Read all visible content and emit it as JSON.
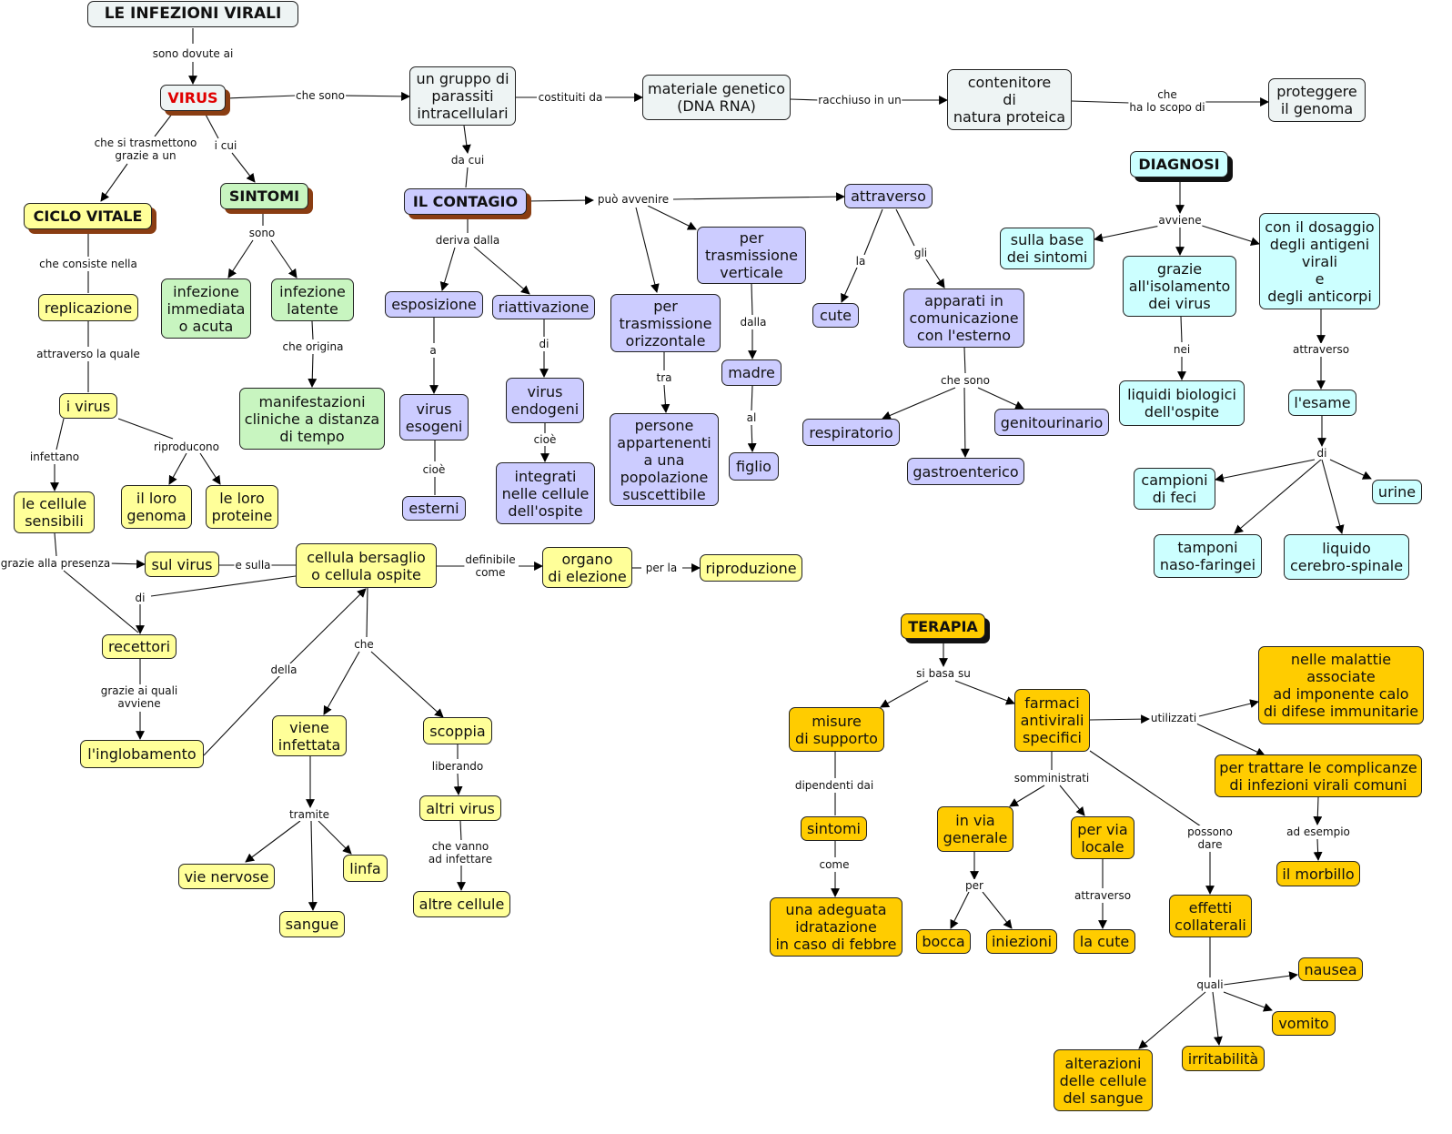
{
  "colors": {
    "white": "#eef4f4",
    "yellow": "#ffff99",
    "green": "#c8f5c0",
    "purple": "#ccccff",
    "cyan": "#ccffff",
    "orange": "#ffcc00",
    "virus_text": "#e00000",
    "shadow_brown": "#8a3d12"
  },
  "nodes": {
    "title": "LE INFEZIONI VIRALI",
    "virus": "VIRUS",
    "gruppo": "un gruppo di\nparassiti\nintracellulari",
    "materiale": "materiale genetico\n(DNA RNA)",
    "contenitore": "contenitore\ndi\nnatura proteica",
    "proteggere": "proteggere\nil genoma",
    "ciclo": "CICLO VITALE",
    "sintomi_h": "SINTOMI",
    "contagio": "IL CONTAGIO",
    "attraverso": "attraverso",
    "verticale": "per\ntrasmissione\nverticale",
    "esposizione": "esposizione",
    "riattivazione": "riattivazione",
    "orizzontale": "per\ntrasmissione\norizzontale",
    "cute1": "cute",
    "apparati": "apparati in\ncomunicazione\ncon l'esterno",
    "madre": "madre",
    "figlio": "figlio",
    "persone": "persone\nappartenenti\na una\npopolazione\nsuscettibile",
    "esogeni": "virus\nesogeni",
    "esterni": "esterni",
    "endogeni": "virus\nendogeni",
    "integrati": "integrati\nnelle cellule\ndell'ospite",
    "respiratorio": "respiratorio",
    "genitourinario": "genitourinario",
    "gastro": "gastroenterico",
    "replicazione": "replicazione",
    "ivirus": "i virus",
    "cellule_s": "le cellule\nsensibili",
    "genoma": "il loro\ngenoma",
    "proteine": "le loro\nproteine",
    "sulvirus": "sul virus",
    "bersaglio": "cellula bersaglio\no cellula ospite",
    "organo": "organo\ndi elezione",
    "riproduzione": "riproduzione",
    "recettori": "recettori",
    "inglobamento": "l'inglobamento",
    "infettata": "viene\ninfettata",
    "scoppia": "scoppia",
    "altrivirus": "altri virus",
    "altrecellule": "altre cellule",
    "vienervose": "vie nervose",
    "linfa": "linfa",
    "sangue": "sangue",
    "immediata": "infezione\nimmediata\no acuta",
    "latente": "infezione\nlatente",
    "manifestazioni": "manifestazioni\ncliniche a distanza\ndi tempo",
    "diagnosi": "DIAGNOSI",
    "basesintomi": "sulla base\ndei sintomi",
    "isolamento": "grazie\nall'isolamento\ndei virus",
    "dosaggio": "con il dosaggio\ndegli antigeni\nvirali\ne\ndegli anticorpi",
    "liquidi": "liquidi biologici\ndell'ospite",
    "esame": "l'esame",
    "feci": "campioni\ndi feci",
    "urine": "urine",
    "tamponi": "tamponi\nnaso-faringei",
    "liquido": "liquido\ncerebro-spinale",
    "terapia": "TERAPIA",
    "misure": "misure\ndi supporto",
    "farmaci": "farmaci\nantivirali\nspecifici",
    "malattie": "nelle malattie\nassociate\nad imponente calo\ndi difese immunitarie",
    "complicanze": "per trattare le complicanze\ndi infezioni virali comuni",
    "morbillo": "il morbillo",
    "sintomi2": "sintomi",
    "idratazione": "una adeguata\nidratazione\nin caso di febbre",
    "viagenerale": "in via\ngenerale",
    "vialocale": "per via\nlocale",
    "bocca": "bocca",
    "iniezioni": "iniezioni",
    "lacute": "la cute",
    "effetti": "effetti\ncollaterali",
    "nausea": "nausea",
    "vomito": "vomito",
    "irritabilita": "irritabilità",
    "alterazioni": "alterazioni\ndelle cellule\ndel sangue"
  },
  "labels": {
    "sono_dovute_ai": "sono dovute ai",
    "che_sono": "che sono",
    "costituiti_da": "costituiti da",
    "racchiuso_in_un": "racchiuso in un",
    "che_scopo": "che\nha lo scopo di",
    "si_trasmettono": "che si trasmettono\ngrazie a un",
    "i_cui": "i cui",
    "da_cui": "da cui",
    "puo_avvenire": "può avvenire",
    "la": "la",
    "gli": "gli",
    "deriva_dalla": "deriva dalla",
    "a": "a",
    "di_endo": "di",
    "cioe1": "cioè",
    "cioe2": "cioè",
    "tra": "tra",
    "dalla": "dalla",
    "al": "al",
    "che_sono2": "che sono",
    "consiste": "che consiste nella",
    "attraverso_la_quale": "attraverso la quale",
    "infettano": "infettano",
    "riproducono": "riproducono",
    "grazie_presenza": "grazie alla presenza",
    "e_sulla": "e sulla",
    "di_rec": "di",
    "definibile": "definibile\ncome",
    "per_la": "per la",
    "grazie_quali": "grazie ai quali\navviene",
    "della": "della",
    "che_b": "che",
    "tramite": "tramite",
    "liberando": "liberando",
    "che_vanno": "che vanno\nad infettare",
    "sono_s": "sono",
    "che_origina": "che origina",
    "avviene": "avviene",
    "nei": "nei",
    "attraverso2": "attraverso",
    "di_esame": "di",
    "si_basa_su": "si basa su",
    "dipendenti": "dipendenti dai",
    "come": "come",
    "utilizzati": "utilizzati",
    "ad_esempio": "ad esempio",
    "somministrati": "somministrati",
    "per_f": "per",
    "attraverso3": "attraverso",
    "possono_dare": "possono\ndare",
    "quali": "quali"
  }
}
